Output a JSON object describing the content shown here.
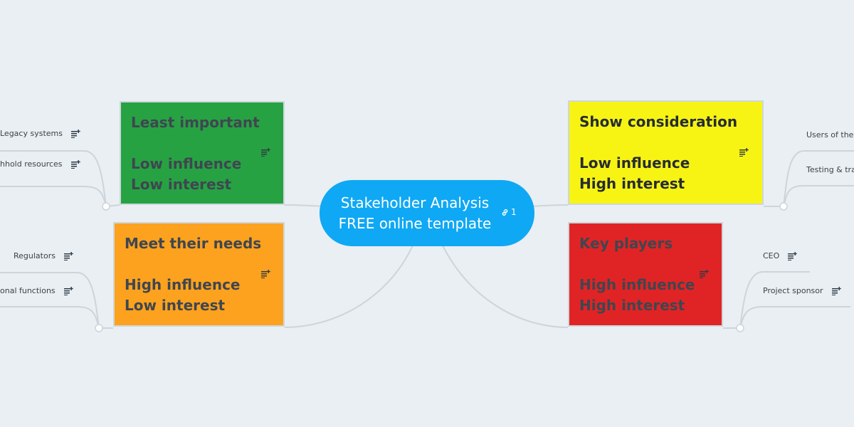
{
  "central": {
    "line1": "Stakeholder Analysis",
    "line2": "FREE online template",
    "link_count": "1"
  },
  "topics": {
    "least_important": {
      "lines": [
        "Least important",
        "",
        "Low influence",
        "Low interest"
      ],
      "color": "#27a243",
      "children": [
        "Legacy systems",
        "hhold resources"
      ]
    },
    "meet_needs": {
      "lines": [
        "Meet their needs",
        "",
        "High influence",
        "Low interest"
      ],
      "color": "#fda21e",
      "children": [
        "Regulators",
        "onal functions"
      ]
    },
    "show_consideration": {
      "lines": [
        "Show consideration",
        "",
        "Low influence",
        "High interest"
      ],
      "color": "#f7f414",
      "children": [
        "Users of the",
        "Testing & tra"
      ]
    },
    "key_players": {
      "lines": [
        "Key players",
        "",
        "High influence",
        "High interest"
      ],
      "color": "#e02425",
      "children": [
        "CEO",
        "Project sponsor"
      ]
    }
  },
  "icons": {
    "note": "note-icon",
    "link": "link-icon"
  },
  "colors": {
    "background": "#e9eff3",
    "central": "#0fa8f4",
    "connector": "#cdd5da"
  }
}
